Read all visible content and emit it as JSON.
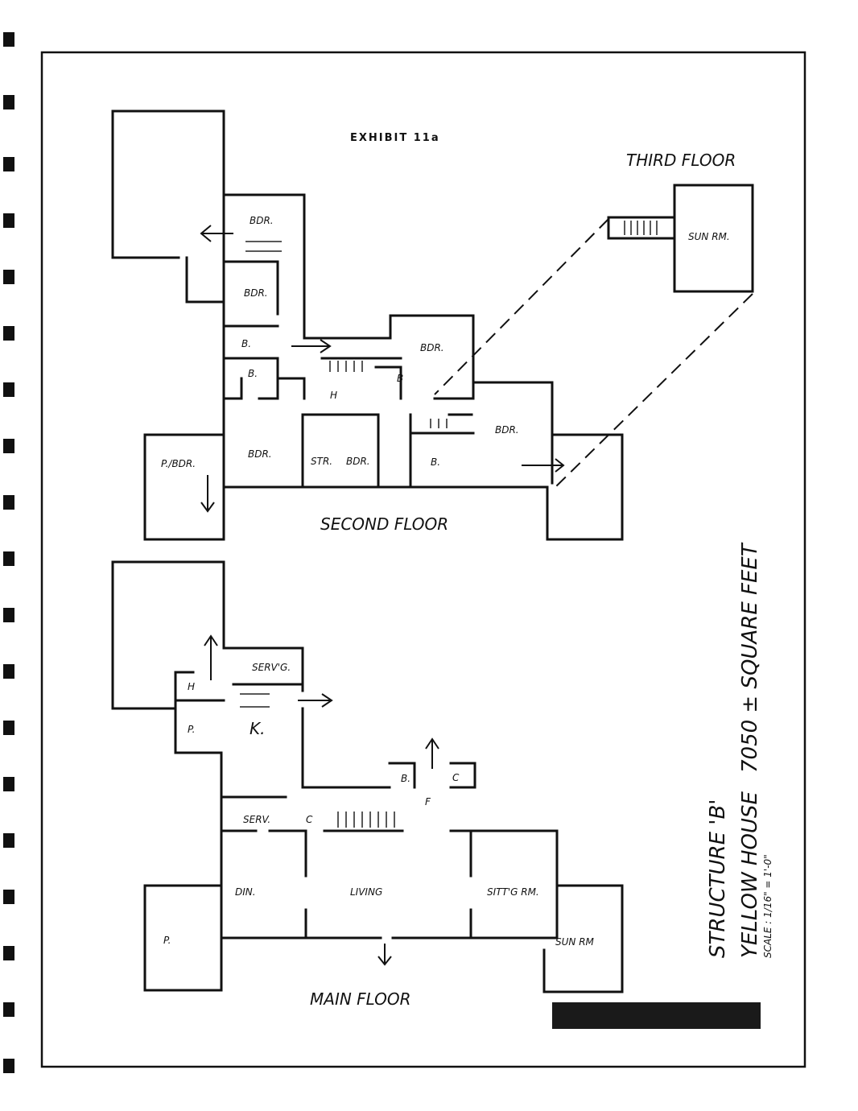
{
  "exhibit": "EXHIBIT 11a",
  "floors": {
    "third": {
      "title": "THIRD FLOOR",
      "rooms": [
        "SUN RM."
      ]
    },
    "second": {
      "title": "SECOND FLOOR",
      "rooms": [
        "BDR.",
        "BDR.",
        "B.",
        "B.",
        "H",
        "B",
        "BDR.",
        "BDR.",
        "P./BDR.",
        "BDR.",
        "STR.",
        "BDR.",
        "B."
      ]
    },
    "main": {
      "title": "MAIN FLOOR",
      "rooms": [
        "SERV'G.",
        "H",
        "P.",
        "K.",
        "B.",
        "C",
        "F",
        "SERV.",
        "C",
        "DIN.",
        "LIVING",
        "SITT'G RM.",
        "P.",
        "SUN RM"
      ]
    }
  },
  "caption": {
    "structure": "STRUCTURE 'B'",
    "name": "YELLOW HOUSE",
    "area": "7050 ± SQUARE FEET",
    "scale": "SCALE : 1/16\" = 1'-0\""
  },
  "colors": {
    "ink": "#111111",
    "paper": "#ffffff",
    "redaction": "#1a1a1a"
  }
}
